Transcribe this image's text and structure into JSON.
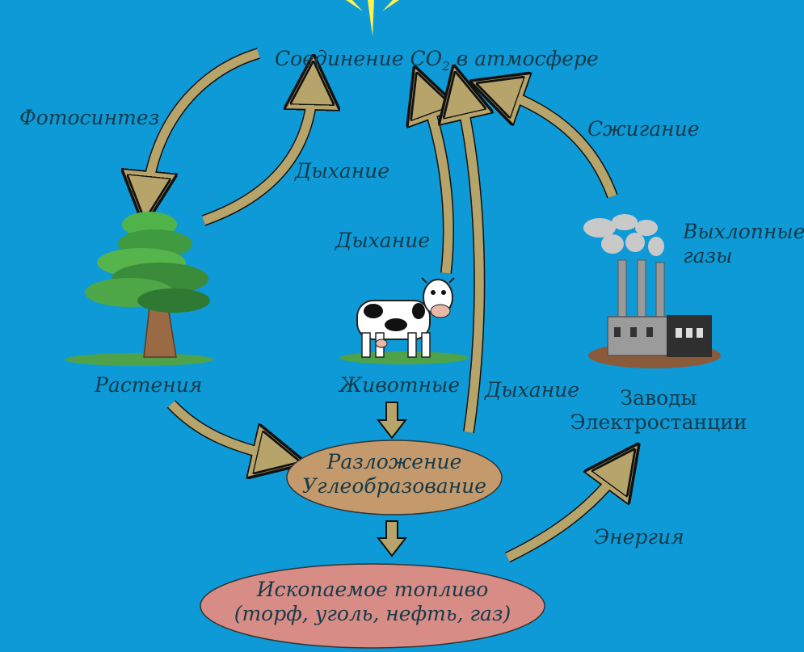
{
  "atmosphere": {
    "prefix": "Соединение СО",
    "subscript": "2",
    "suffix": " в атмосфере"
  },
  "processes": {
    "photosynthesis": "Фотосинтез",
    "respiration_plants": "Дыхание",
    "respiration_animals": "Дыхание",
    "respiration_decomposition": "Дыхание",
    "combustion": "Сжигание",
    "exhaust_line1": "Выхлопные",
    "exhaust_line2": "газы",
    "energy": "Энергия"
  },
  "nodes": {
    "plants": "Растения",
    "animals": "Животные",
    "factories_line1": "Заводы",
    "factories_line2": "Электростанции",
    "decomposition_line1": "Разложение",
    "decomposition_line2": "Углеобразование",
    "fossil_line1": "Ископаемое топливо",
    "fossil_line2": "(торф, уголь, нефть, газ)"
  },
  "colors": {
    "background": "#0d9ad6",
    "arrow": "#b7a46a",
    "decomposition_oval": "#c49a6c",
    "fossil_oval": "#d88c86",
    "sun": "#fff24a"
  }
}
